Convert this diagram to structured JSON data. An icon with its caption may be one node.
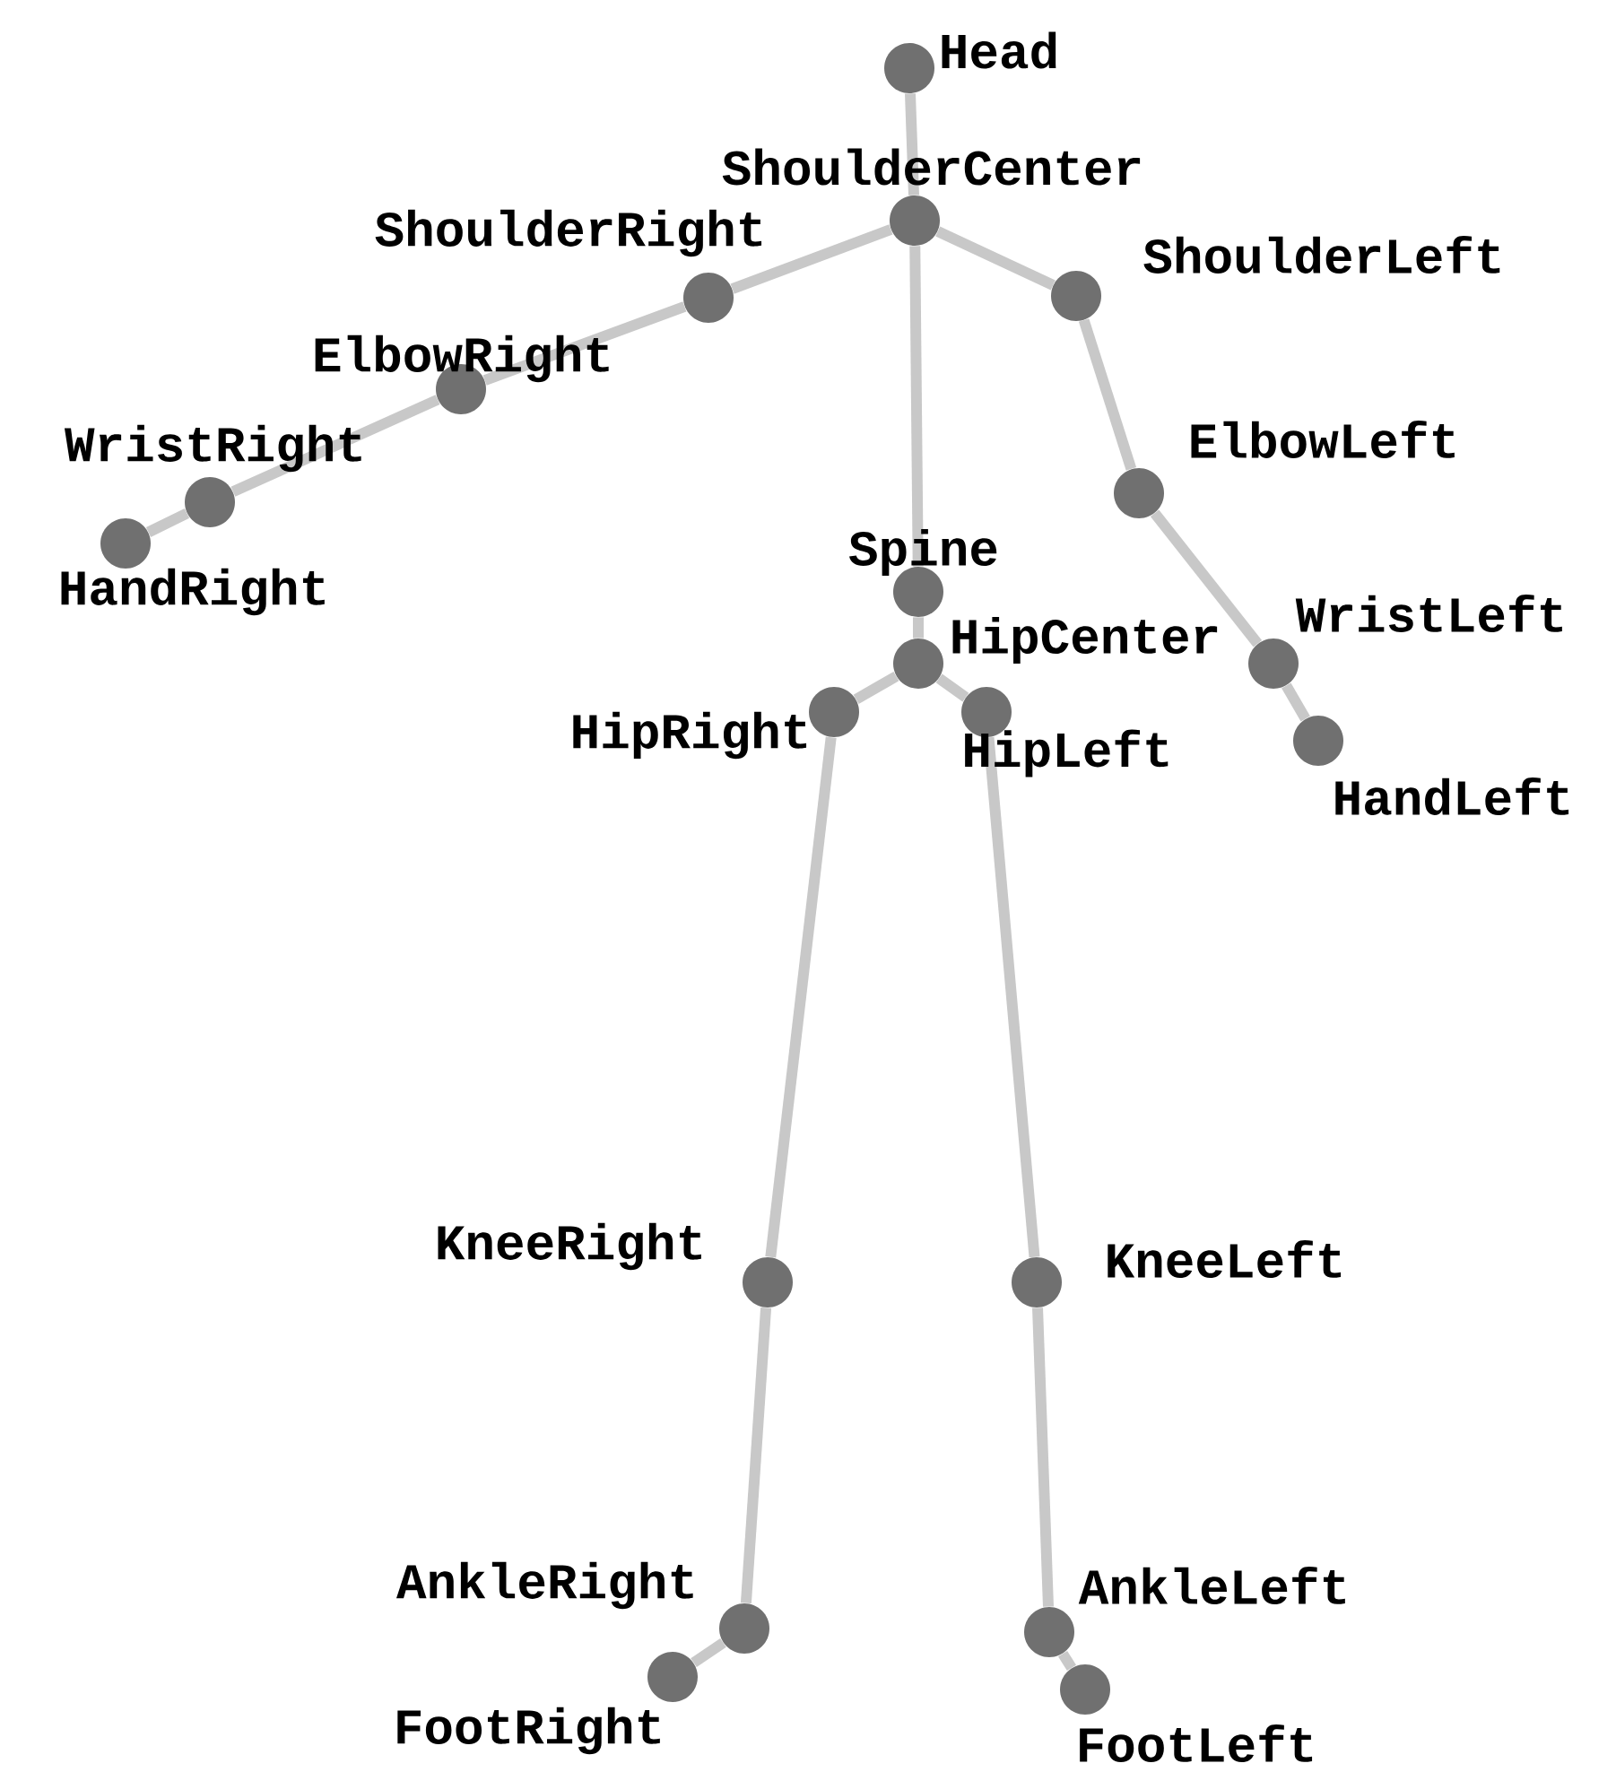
{
  "diagram": {
    "nodes": [
      {
        "text": [],
        "shape": "circle",
        "beside": [
          "Head"
        ]
      },
      {
        "text": [],
        "shape": "circle",
        "beside": [
          "ShoulderCenter"
        ]
      },
      {
        "text": [],
        "shape": "circle",
        "beside": [
          "ShoulderRight"
        ]
      },
      {
        "text": [],
        "shape": "circle",
        "beside": [
          "ElbowRight"
        ]
      },
      {
        "text": [],
        "shape": "circle",
        "beside": [
          "WristRight"
        ]
      },
      {
        "text": [],
        "shape": "circle",
        "beside": [
          "HandRight"
        ]
      },
      {
        "text": [],
        "shape": "circle",
        "beside": [
          "ShoulderLeft"
        ]
      },
      {
        "text": [],
        "shape": "circle",
        "beside": [
          "ElbowLeft"
        ]
      },
      {
        "text": [],
        "shape": "circle",
        "beside": [
          "WristLeft"
        ]
      },
      {
        "text": [],
        "shape": "circle",
        "beside": [
          "HandLeft"
        ]
      },
      {
        "text": [],
        "shape": "circle",
        "beside": [
          "Spine"
        ]
      },
      {
        "text": [],
        "shape": "circle",
        "beside": [
          "HipCenter"
        ]
      },
      {
        "text": [],
        "shape": "circle",
        "beside": [
          "HipRight"
        ]
      },
      {
        "text": [],
        "shape": "circle",
        "beside": [
          "KneeRight"
        ]
      },
      {
        "text": [],
        "shape": "circle",
        "beside": [
          "AnkleRight"
        ]
      },
      {
        "text": [],
        "shape": "circle",
        "beside": [
          "FootRight"
        ]
      },
      {
        "text": [],
        "shape": "circle",
        "beside": [
          "HipLeft"
        ]
      },
      {
        "text": [],
        "shape": "circle",
        "beside": [
          "KneeLeft"
        ]
      },
      {
        "text": [],
        "shape": "circle",
        "beside": [
          "AnkleLeft"
        ]
      },
      {
        "text": [],
        "shape": "circle",
        "beside": [
          "FootLeft"
        ]
      }
    ],
    "edges": [
      {
        "from": 0,
        "to": 1,
        "arrow": "none"
      },
      {
        "from": 1,
        "to": 2,
        "arrow": "none"
      },
      {
        "from": 2,
        "to": 3,
        "arrow": "none"
      },
      {
        "from": 3,
        "to": 4,
        "arrow": "none"
      },
      {
        "from": 4,
        "to": 5,
        "arrow": "none"
      },
      {
        "from": 1,
        "to": 6,
        "arrow": "none"
      },
      {
        "from": 6,
        "to": 7,
        "arrow": "none"
      },
      {
        "from": 7,
        "to": 8,
        "arrow": "none"
      },
      {
        "from": 8,
        "to": 9,
        "arrow": "none"
      },
      {
        "from": 1,
        "to": 10,
        "arrow": "none"
      },
      {
        "from": 10,
        "to": 11,
        "arrow": "none"
      },
      {
        "from": 11,
        "to": 12,
        "arrow": "none"
      },
      {
        "from": 12,
        "to": 13,
        "arrow": "none"
      },
      {
        "from": 13,
        "to": 14,
        "arrow": "none"
      },
      {
        "from": 14,
        "to": 15,
        "arrow": "none"
      },
      {
        "from": 11,
        "to": 16,
        "arrow": "none"
      },
      {
        "from": 16,
        "to": 17,
        "arrow": "none"
      },
      {
        "from": 17,
        "to": 18,
        "arrow": "none"
      },
      {
        "from": 18,
        "to": 19,
        "arrow": "none"
      }
    ]
  }
}
